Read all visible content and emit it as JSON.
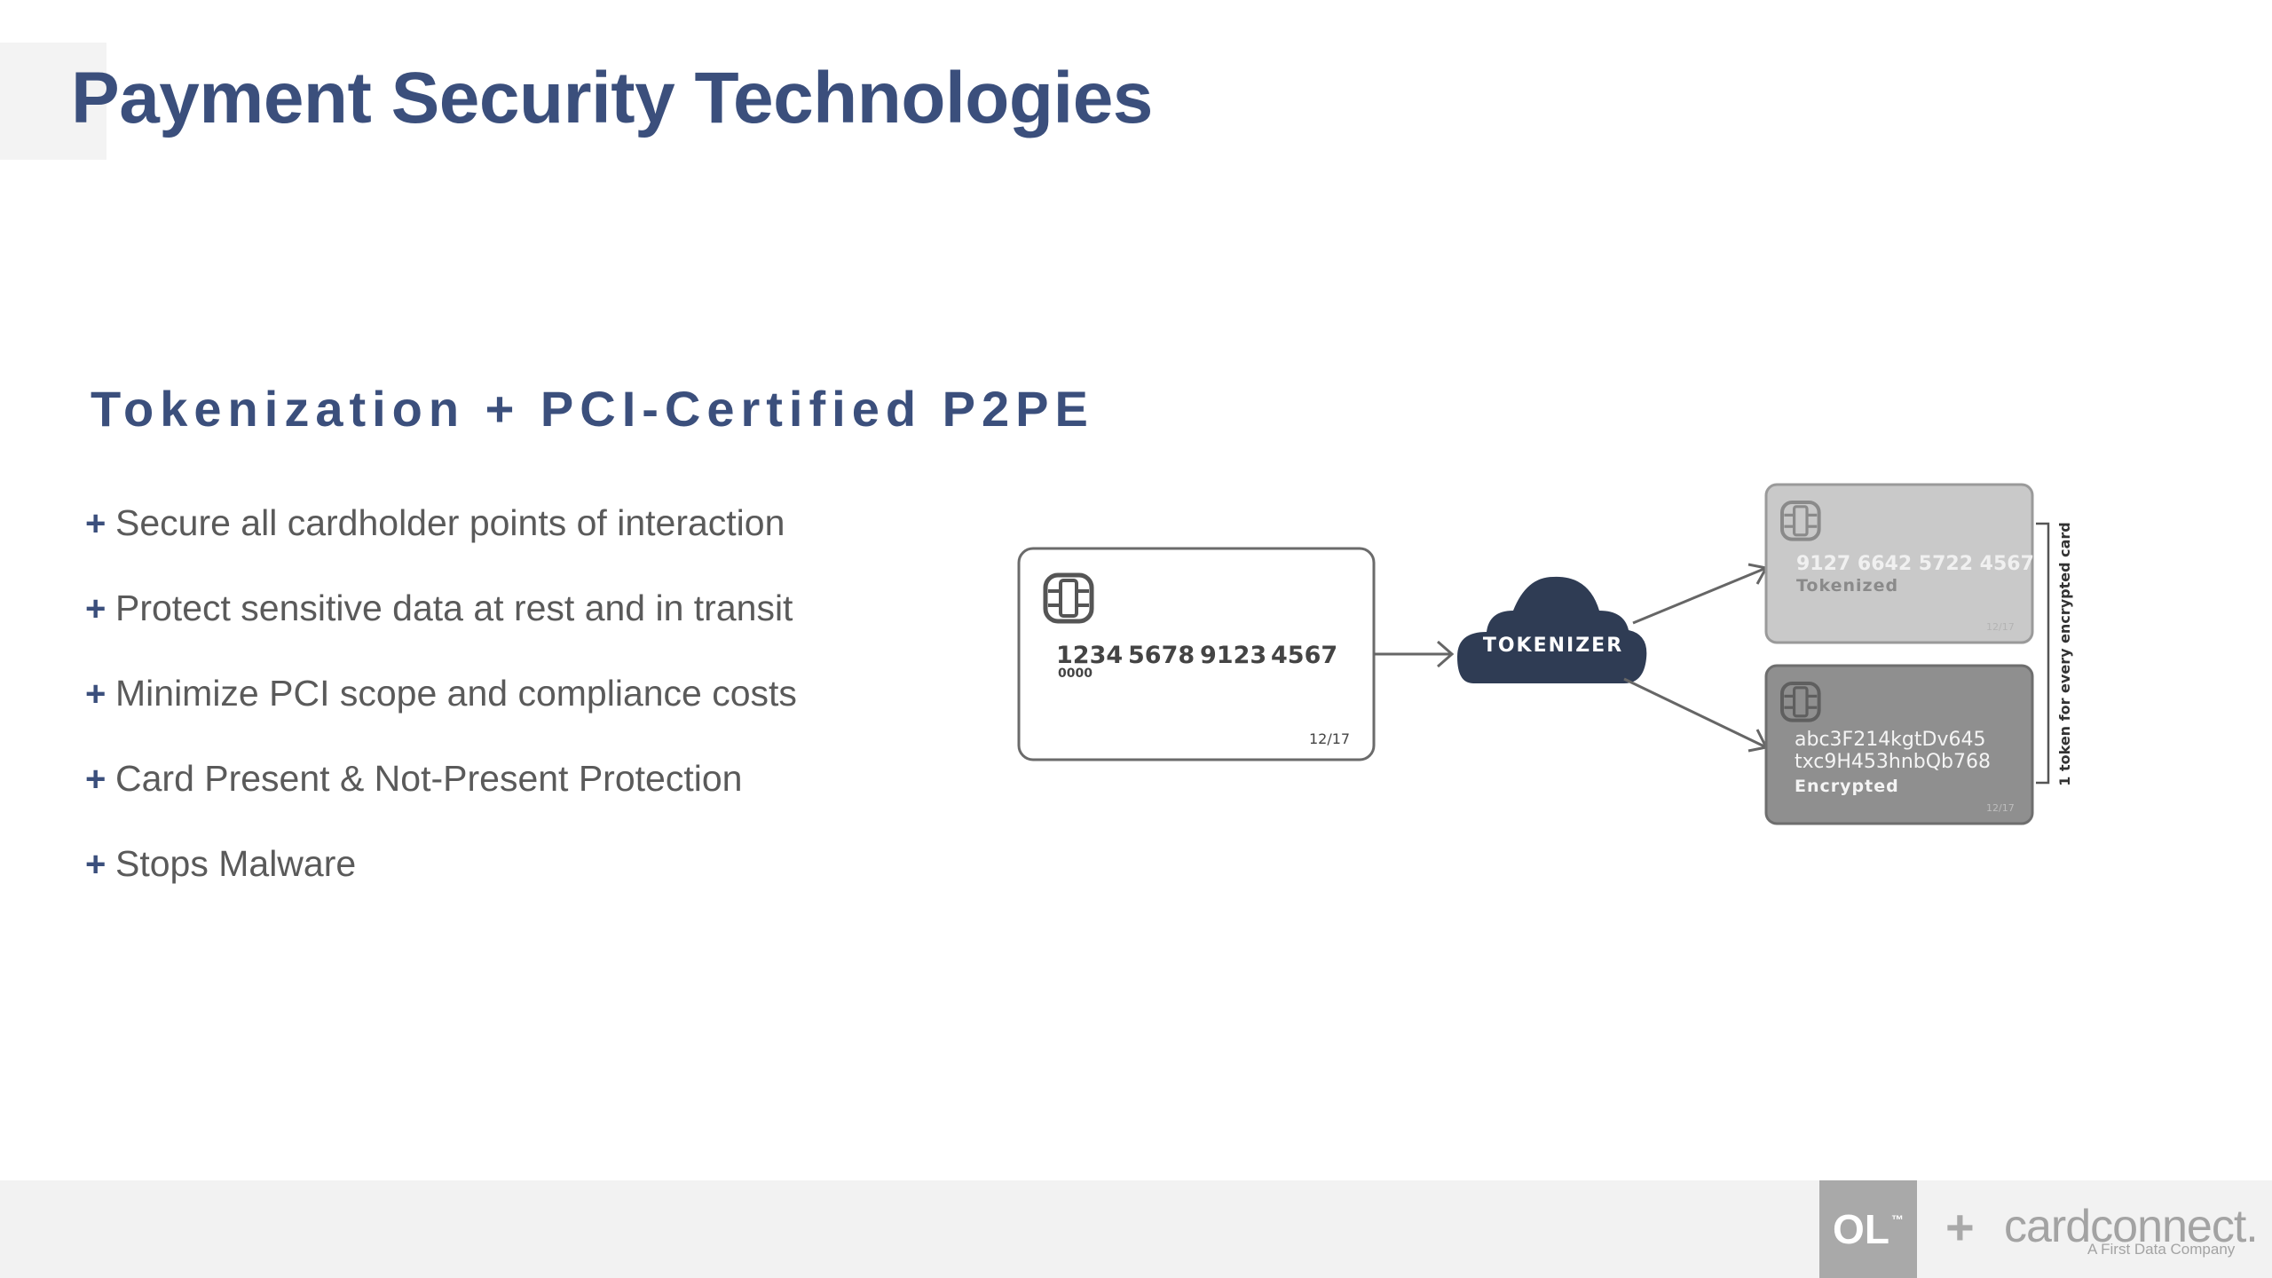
{
  "slide": {
    "title": "Payment Security Technologies",
    "subtitle": "Tokenization + PCI-Certified P2PE"
  },
  "bullets": [
    {
      "marker": "+",
      "text": "Secure all cardholder points of interaction"
    },
    {
      "marker": "+",
      "text": "Protect sensitive data at rest and in transit"
    },
    {
      "marker": "+",
      "text": "Minimize PCI scope and compliance costs"
    },
    {
      "marker": "+",
      "text": "Card Present & Not-Present Protection"
    },
    {
      "marker": "+",
      "text": "Stops Malware"
    }
  ],
  "diagram": {
    "source_card": {
      "number_groups": [
        "1234",
        "5678",
        "9123",
        "4567"
      ],
      "small_digits": "0000",
      "expiry": "12/17"
    },
    "tokenizer_label": "TOKENIZER",
    "tokenized_card": {
      "number": "9127 6642 5722 4567",
      "label": "Tokenized",
      "expiry": "12/17"
    },
    "encrypted_card": {
      "line1": "abc3F214kgtDv645",
      "line2": "txc9H453hnbQb768",
      "label": "Encrypted",
      "expiry": "12/17"
    },
    "bracket_note": "1 token for every encrypted card"
  },
  "footer": {
    "logo_ol": "OL",
    "plus": "+",
    "brand": "cardconnect.",
    "brand_sub": "A First Data Company"
  },
  "colors": {
    "navy": "#3b4f7c",
    "cloud": "#2f3c54",
    "tokenized_card_fill": "#c9c9c9",
    "encrypted_card_fill": "#8f8f8f"
  }
}
